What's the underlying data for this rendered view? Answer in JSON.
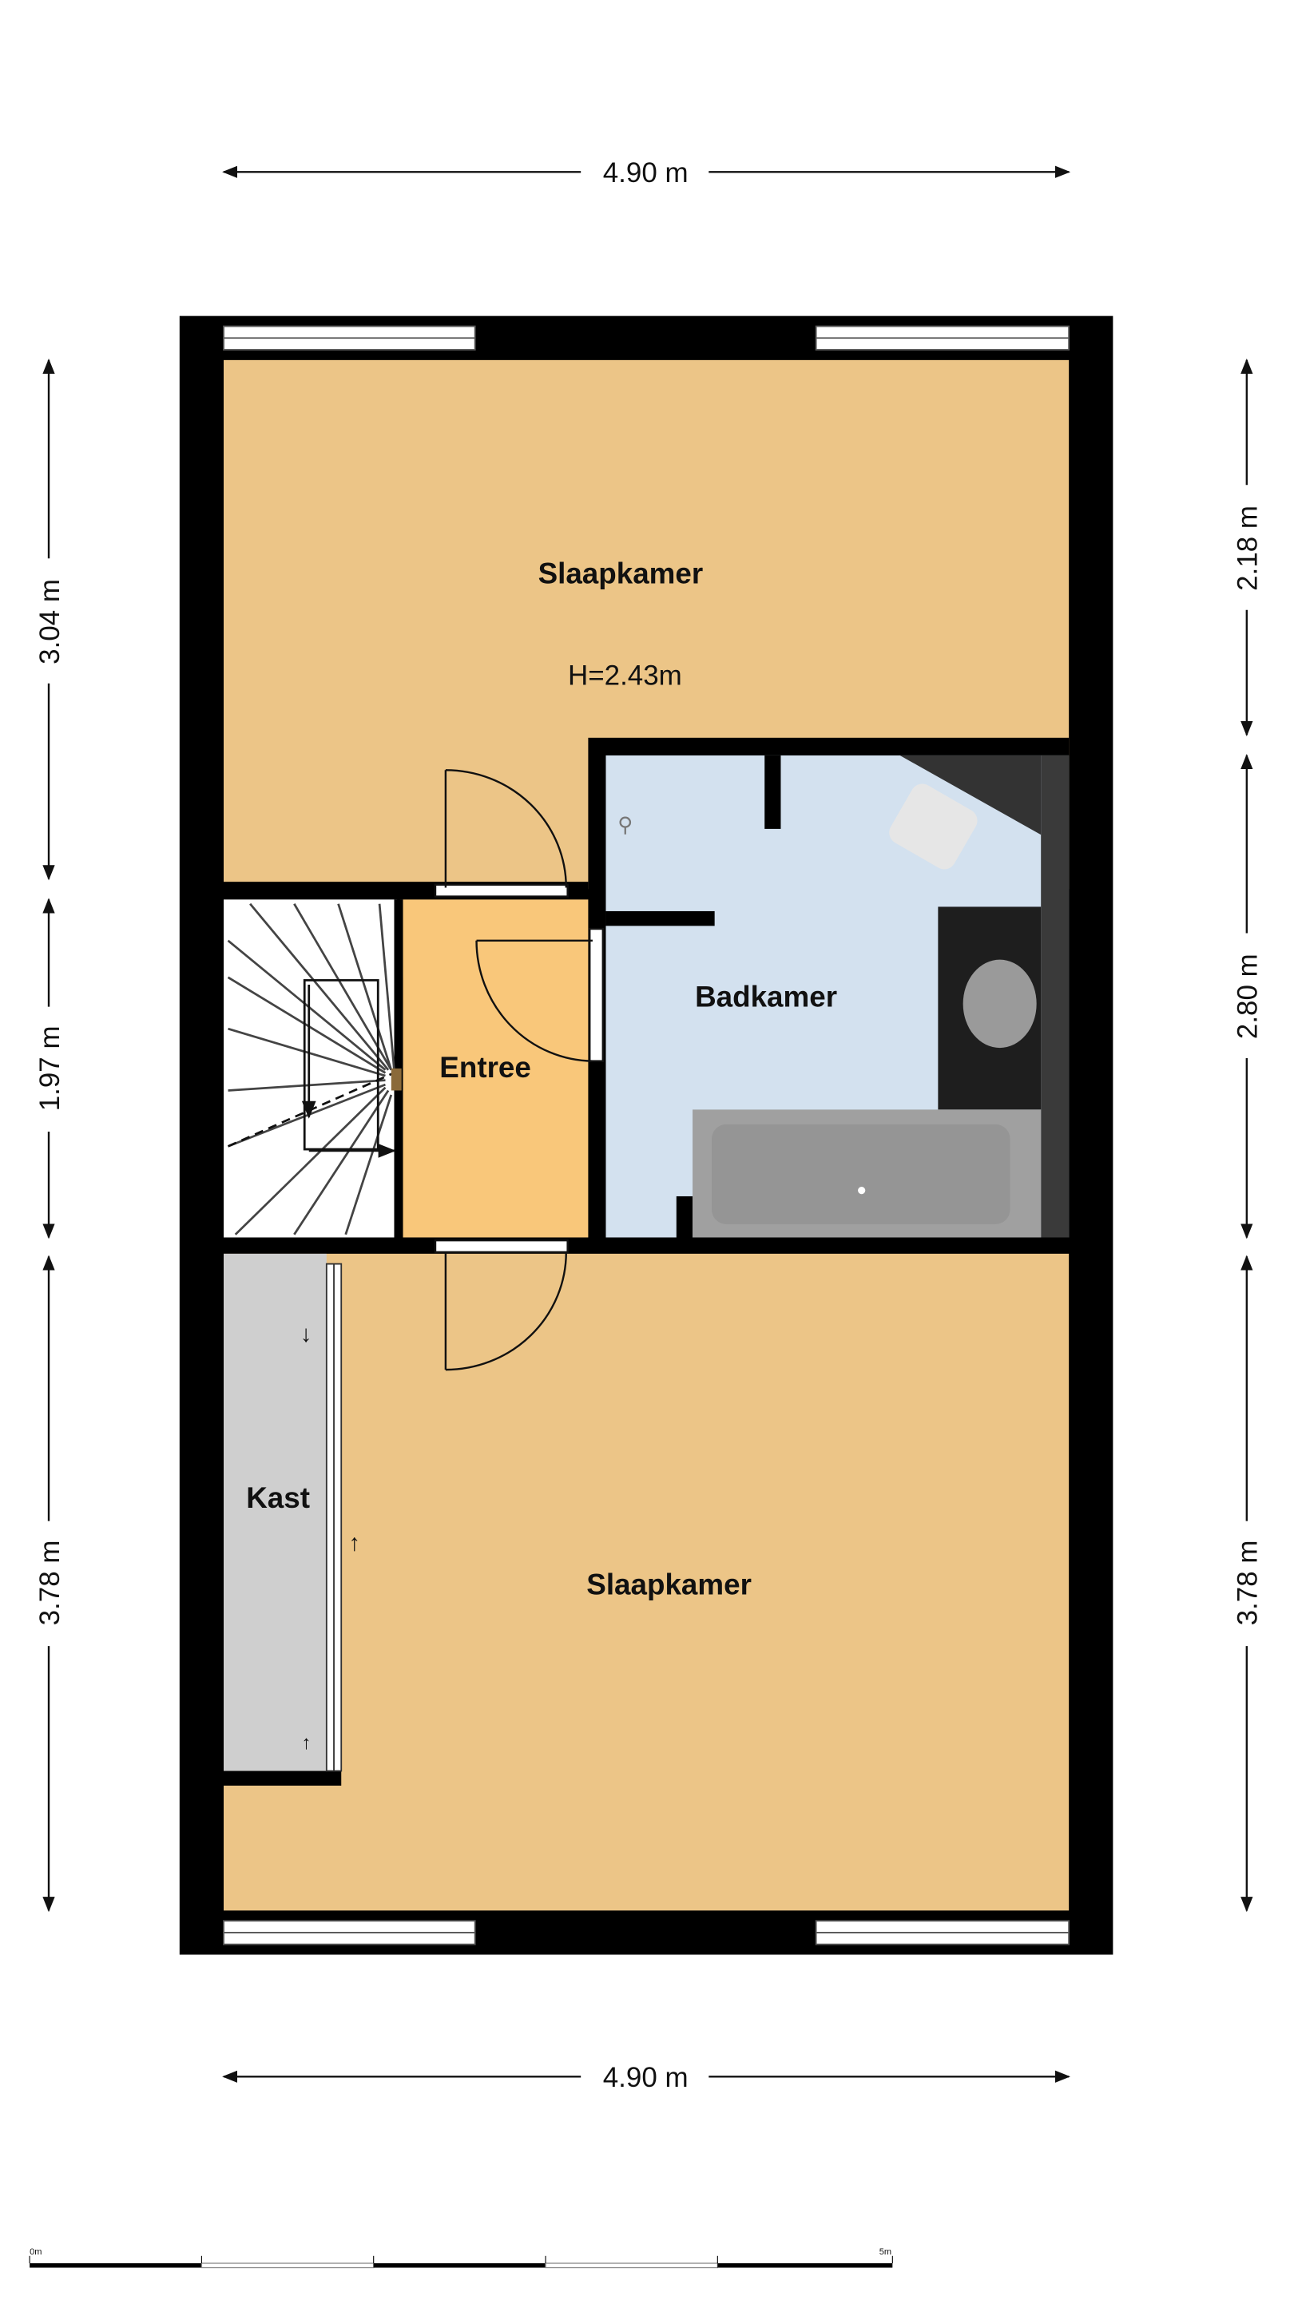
{
  "rooms": {
    "top_bedroom": {
      "label": "Slaapkamer",
      "height": "H=2.43m"
    },
    "bathroom": {
      "label": "Badkamer"
    },
    "entrance": {
      "label": "Entree"
    },
    "closet": {
      "label": "Kast"
    },
    "bottom_bedroom": {
      "label": "Slaapkamer"
    }
  },
  "dimensions": {
    "top_width": "4.90 m",
    "bottom_width": "4.90 m",
    "left": [
      "3.04 m",
      "1.97 m",
      "3.78 m"
    ],
    "right": [
      "2.18 m",
      "2.80 m",
      "3.78 m"
    ]
  },
  "scale_bar": {
    "start": "0m",
    "end": "5m"
  },
  "colors": {
    "bedroom": "#ecc587",
    "entrance": "#f9c77a",
    "bathroom": "#d3e1ef",
    "closet": "#cfcfcf",
    "wall": "#000000"
  }
}
